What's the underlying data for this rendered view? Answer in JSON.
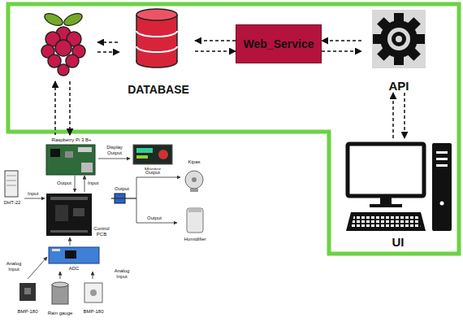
{
  "diagram": {
    "nodes": [
      {
        "text": [
          "DATABASE"
        ]
      },
      {
        "text": [
          "Web_Service"
        ]
      },
      {
        "text": [
          "API"
        ]
      },
      {
        "text": [
          "UI"
        ]
      },
      {
        "text": [
          "Raspberry Pi 3 B+"
        ]
      },
      {
        "text": [
          "Monitor"
        ]
      },
      {
        "text": [
          "DHT-22"
        ]
      },
      {
        "text": [
          "Control PCB"
        ]
      },
      {
        "text": [
          "Kipas"
        ]
      },
      {
        "text": [
          "Humidifier"
        ]
      },
      {
        "text": [
          "ADC"
        ]
      },
      {
        "text": [
          "BMP-180"
        ]
      },
      {
        "text": [
          "Rain gauge"
        ]
      },
      {
        "text": [
          "BMP-180"
        ]
      }
    ],
    "edges": [
      {
        "from": 1,
        "to": 0,
        "arrow": "to"
      },
      {
        "from": 0,
        "to": 1,
        "arrow": "to"
      },
      {
        "from": 2,
        "to": 1,
        "arrow": "to"
      },
      {
        "from": 1,
        "to": 2,
        "arrow": "to"
      },
      {
        "from": 3,
        "to": 2,
        "arrow": "to"
      },
      {
        "from": 2,
        "to": 3,
        "arrow": "to"
      },
      {
        "from": 4,
        "to": 5,
        "label": "Display Output",
        "arrow": "to"
      },
      {
        "from": 4,
        "to": 7,
        "label": "Output",
        "arrow": "to"
      },
      {
        "from": 7,
        "to": 4,
        "label": "Input",
        "arrow": "to"
      },
      {
        "from": 6,
        "to": 7,
        "label": "Input",
        "arrow": "to"
      },
      {
        "from": 7,
        "to": 8,
        "label": "Output",
        "arrow": "to"
      },
      {
        "from": 7,
        "to": 9,
        "label": "Output",
        "arrow": "to"
      },
      {
        "from": 10,
        "to": 7,
        "arrow": "to"
      },
      {
        "from": 11,
        "to": 10,
        "label": "Analog Input",
        "arrow": "to"
      },
      {
        "from": 12,
        "to": 10,
        "arrow": "to"
      },
      {
        "from": 13,
        "to": 10,
        "label": "Analog Input",
        "arrow": "to"
      }
    ],
    "labels": [
      "Output"
    ]
  }
}
